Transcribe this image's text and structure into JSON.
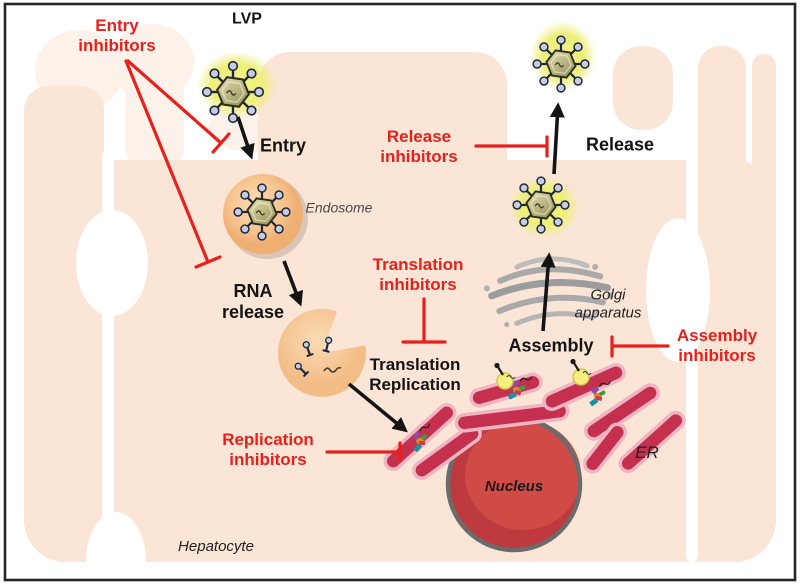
{
  "diagram": {
    "title_context": "Viral life cycle in a hepatocyte with inhibitor targets",
    "labels": {
      "lvp": "LVP",
      "entry_inhibitors": "Entry\ninhibitors",
      "entry": "Entry",
      "endosome": "Endosome",
      "rna_release": "RNA\nrelease",
      "translation_inhibitors": "Translation\ninhibitors",
      "translation_replication": "Translation\nReplication",
      "replication_inhibitors": "Replication\ninhibitors",
      "release_inhibitors": "Release\ninhibitors",
      "release": "Release",
      "golgi_apparatus": "Golgi\napparatus",
      "assembly": "Assembly",
      "assembly_inhibitors": "Assembly\ninhibitors",
      "nucleus": "Nucleus",
      "er": "ER",
      "hepatocyte": "Hepatocyte"
    },
    "icons": {
      "virus": "hexagonal-capsid-with-spiked-envelope",
      "lipoviral-glow": "yellow-halo",
      "endosome": "orange-vesicle-circle",
      "ruptured-endosome": "pacman-vesicle",
      "golgi": "stacked-gray-cisternae",
      "nucleus": "red-circle-dark-rim",
      "er": "crimson-membrane-tubules",
      "inhibit-line": "red-t-bar",
      "process-arrow": "black-arrow"
    },
    "colors": {
      "inhibitor_red": "#e7201c",
      "cell_peach": "#fbe5d6",
      "cell_peach_light": "#fdf2e9",
      "nucleus_red": "#d14b46",
      "er_crimson": "#c5304f",
      "glow_yellow": "#eef07a",
      "endosome_orange": "#f5bd88",
      "golgi_gray": "#a9a9a9",
      "arrow_black": "#141414",
      "frame_black": "#262626"
    }
  }
}
